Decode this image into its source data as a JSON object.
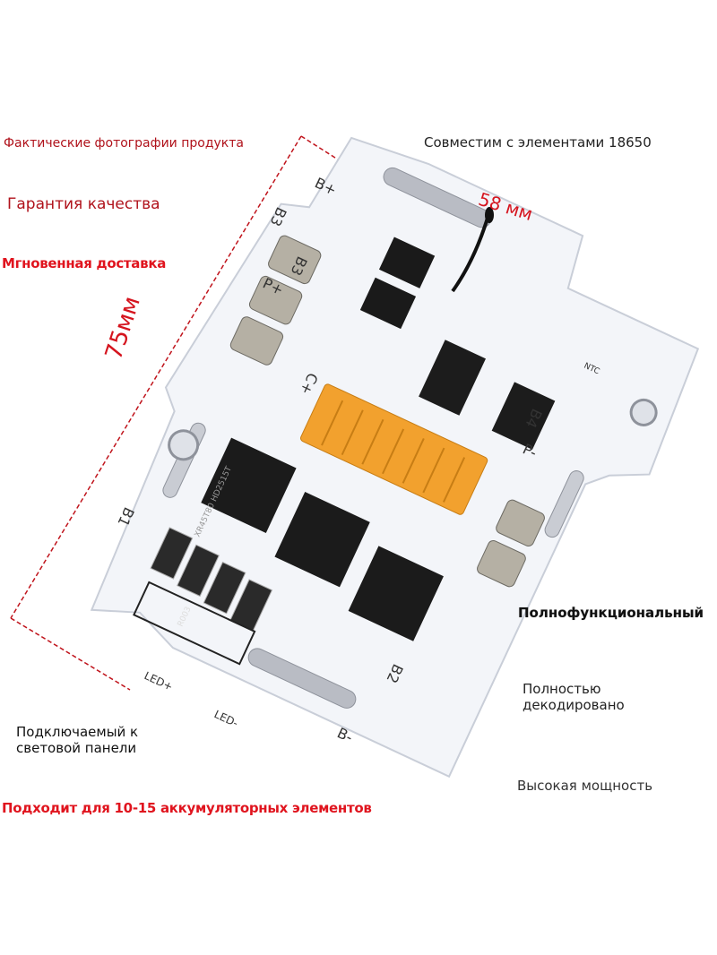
{
  "labels": {
    "photos": "Фактические фотографии продукта",
    "compat": "Совместим с элементами 18650",
    "quality": "Гарантия качества",
    "delivery": "Мгновенная доставка",
    "full": "Полнофункциональный",
    "decoded": "Полностью декодировано",
    "power": "Высокая мощность",
    "panel": "Подключаемый к световой панели",
    "cells": "Подходит для 10-15 аккумуляторных элементов"
  },
  "dimensions": {
    "width": "58 мм",
    "length": "75мм"
  },
  "board": {
    "b_plus": "B+",
    "b3": "B3",
    "b3b": "B3",
    "p_plus": "P+",
    "c_plus": "C+",
    "b4": "B4",
    "p_minus": "P-",
    "b1": "B1",
    "b2": "B2",
    "b_minus": "B-",
    "led_plus": "LED+",
    "led_minus": "LED-",
    "ntc": "NTC",
    "mosfet_text": "XR45T80 HD2515T",
    "resistor_text": "R003"
  },
  "colors": {
    "accent_red": "#d5141e",
    "board_white": "#f4f6fa",
    "connector_orange": "#f2a12e"
  }
}
